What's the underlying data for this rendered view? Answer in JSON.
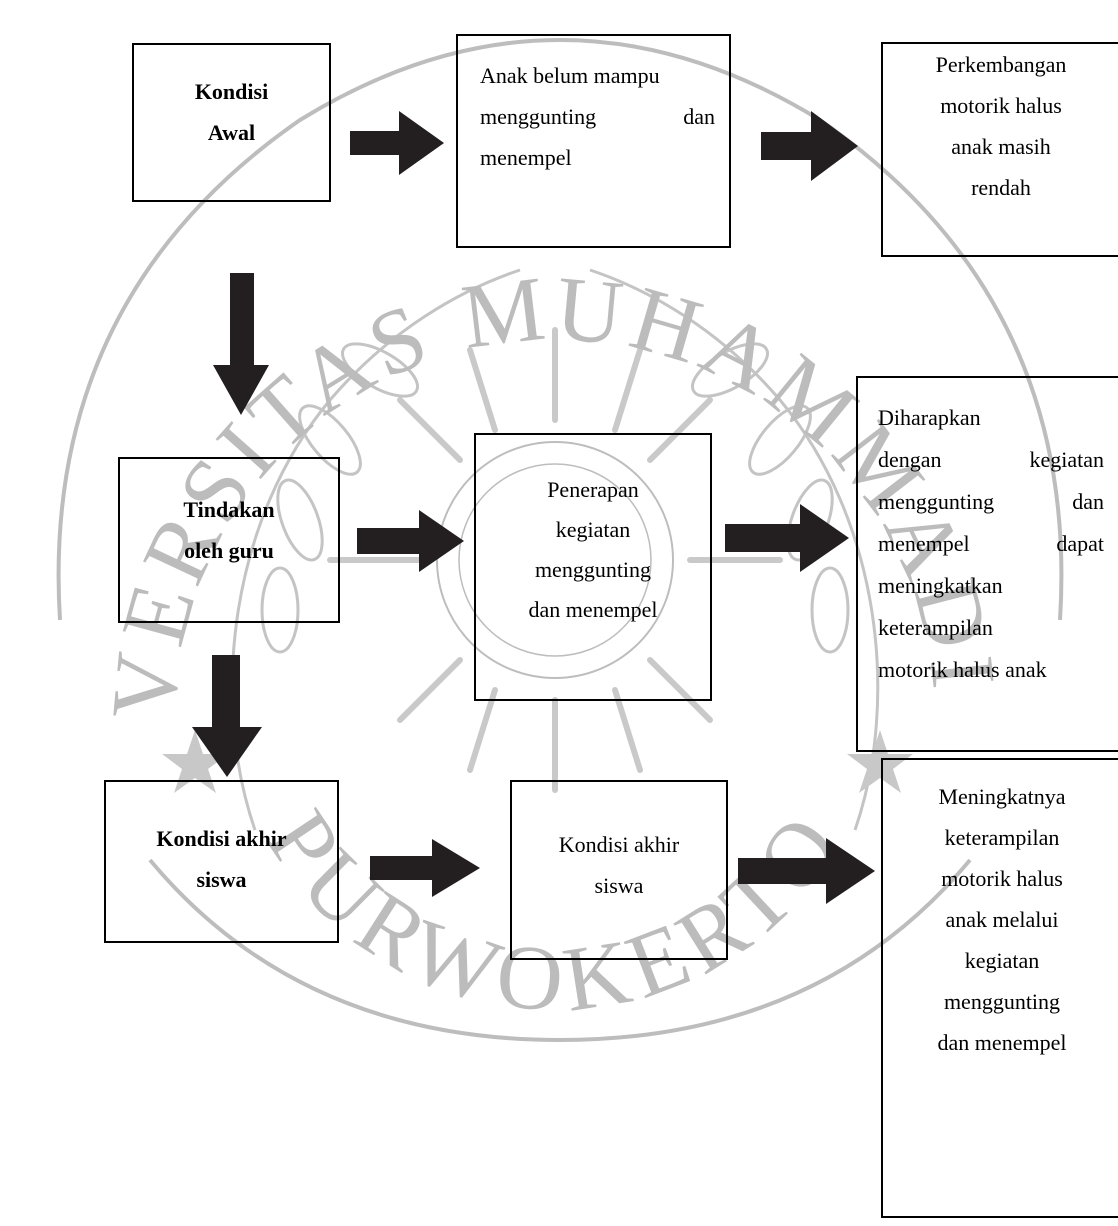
{
  "watermark": {
    "top_text": "UNIVERSITAS MUHAMMADIYAH",
    "bottom_text": "PURWOKERTO"
  },
  "boxes": {
    "kondisi_awal": {
      "lines": [
        "Kondisi",
        "Awal"
      ]
    },
    "anak_belum": {
      "lines": [
        "Anak belum mampu",
        "menggunting dan",
        "menempel"
      ]
    },
    "perkembangan": {
      "lines": [
        "Perkembangan",
        "motorik halus",
        "anak masih",
        "rendah"
      ]
    },
    "tindakan": {
      "lines": [
        "Tindakan",
        "oleh guru"
      ]
    },
    "penerapan": {
      "lines": [
        "Penerapan",
        "kegiatan",
        "menggunting",
        "dan menempel"
      ]
    },
    "diharapkan": {
      "lines": [
        "Diharapkan",
        "dengan kegiatan",
        "menggunting dan",
        "menempel dapat",
        "meningkatkan",
        "keterampilan",
        "motorik halus anak"
      ]
    },
    "kondisi_akhir_left": {
      "lines": [
        "Kondisi akhir",
        "siswa"
      ]
    },
    "kondisi_akhir_mid": {
      "lines": [
        "Kondisi akhir",
        "siswa"
      ]
    },
    "meningkatnya": {
      "lines": [
        "Meningkatnya",
        "keterampilan",
        "motorik halus",
        "anak melalui",
        "kegiatan",
        "menggunting",
        "dan menempel"
      ]
    }
  },
  "colors": {
    "arrow": "#231f20",
    "border": "#000000",
    "watermark": "#b8b8b8"
  }
}
